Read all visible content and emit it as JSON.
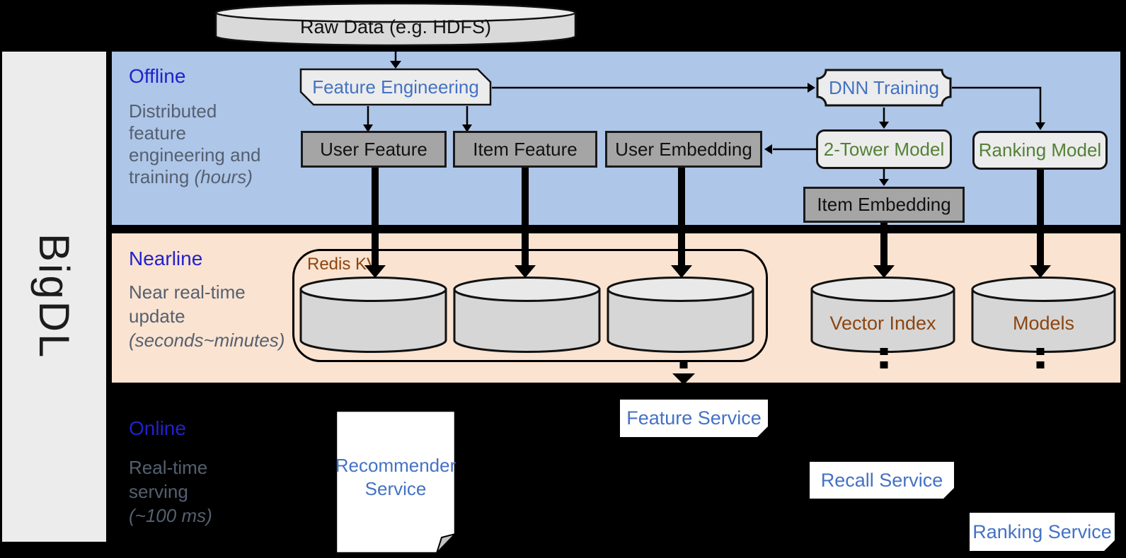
{
  "diagram": {
    "side_label": "BigDL",
    "raw_data": {
      "label": "Raw Data (e.g. HDFS)"
    },
    "bands": {
      "offline": {
        "title": "Offline",
        "lines": [
          "Distributed",
          "feature",
          "engineering and"
        ],
        "tail": "training ",
        "tail_italic": "(hours)"
      },
      "nearline": {
        "title": "Nearline",
        "lines": [
          "Near real-time",
          "update",
          ""
        ],
        "tail": "",
        "tail_italic": "(seconds~minutes)"
      },
      "online": {
        "title": "Online",
        "lines": [
          "Real-time",
          "serving",
          ""
        ],
        "tail": "",
        "tail_italic": "(~100 ms)"
      }
    },
    "nodes": {
      "feature_engineering": "Feature Engineering",
      "dnn_training": "DNN Training",
      "user_feature": "User Feature",
      "item_feature": "Item Feature",
      "user_embedding": "User Embedding",
      "two_tower_model": "2-Tower Model",
      "ranking_model": "Ranking Model",
      "item_embedding": "Item Embedding",
      "redis_kv": "Redis KV",
      "vector_index": "Vector Index",
      "models": "Models",
      "recommender_service": "Recommender Service",
      "feature_service": "Feature Service",
      "recall_service": "Recall Service",
      "ranking_service": "Ranking Service"
    },
    "colors": {
      "background": "#000000",
      "side_panel": "#ececec",
      "offline_band": "#aec6e8",
      "nearline_band": "#fae3d0",
      "band_title_blue": "#2121cc",
      "band_desc_slate": "#556070",
      "node_label_blue": "#4472c4",
      "model_label_green": "#538135",
      "storage_label_brown": "#8c4510",
      "gray_node_fill": "#a5a5a5",
      "light_node_fill": "#ececec",
      "cylinder_fill": "#d6d6d6"
    }
  }
}
